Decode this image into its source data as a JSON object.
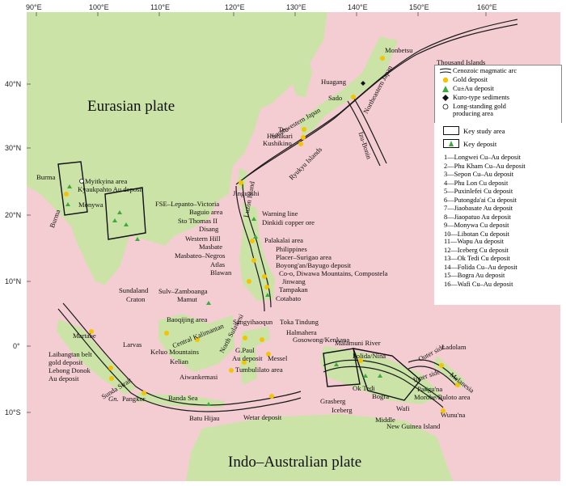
{
  "plates": {
    "eurasian": "Eurasian plate",
    "indo_australian": "Indo–Australian plate"
  },
  "longitudes": [
    "90°E",
    "100°E",
    "110°E",
    "120°E",
    "130°E",
    "140°E",
    "150°E",
    "160°E"
  ],
  "latitudes": [
    "40°N",
    "30°N",
    "20°N",
    "10°N",
    "0°",
    "10°S"
  ],
  "labels": {
    "monbetsu": "Monbetsu",
    "thousand": "Thousand Islands",
    "huagang": "Huagang",
    "sado": "Sado",
    "ne_japan": "Northeastern Japan",
    "sw_japan": "Southwestern Japan",
    "izu": "Izu-Bonin",
    "teo": "Teo",
    "hishikari": "Hishikari",
    "kushikino": "Kushikino",
    "ryukyu": "Ryukyu Islands",
    "jinguashi": "Jinguashi",
    "luzon": "Luzon Island",
    "myitkyina": "Myitkyina area",
    "kyaukpahto": "Kyaukpahto Au deposit",
    "burma": "Burma",
    "burma2": "Burma",
    "monywa": "Monywa",
    "fse": "FSE–Lepanto–Victoria",
    "baguio": "Baguio area",
    "warning": "Warning line",
    "stothomas": "Sto Thomas II",
    "dinkidi": "Dinkidi copper ore",
    "disang": "Disang",
    "western_hill": "Western Hill",
    "palakalai": "Palakalai area",
    "masbate": "Masbate",
    "philippines": "Philippines",
    "masbateo": "Masbateo–Negros",
    "placer": "Placer–Surigao area",
    "atlas": "Atlas",
    "blawan": "Blawan",
    "boyong": "Boyong'an/Bayugo deposit",
    "coo": "Co-o, Diwawa Mountains, Compostela",
    "jinwang": "Jinwang",
    "tampakan": "Tampakan",
    "cotabato": "Cotabato",
    "sulv": "Sulv–Zamboanga",
    "mamut": "Mamut",
    "sundaland": "Sundaland",
    "craton": "Craton",
    "baoqijing": "Baoqijing area",
    "central_kal": "Central Kalimantan",
    "sangyihaoqun": "Sangyihaoqun",
    "toka": "Toka Tindung",
    "halmahera": "Halmahera",
    "gosowong": "Gosowong/Kenkana",
    "north_sul": "North Sulawesi",
    "martabe": "Martabe",
    "larvas": "Larvas",
    "keluo": "Keluo Mountains",
    "kelian": "Kelian",
    "gpaul": "G.Paul",
    "au_deposit": "Au deposit",
    "messel": "Messel",
    "laibangtan": "Laibangtan belt",
    "gold_deposit": "gold deposit",
    "lebong": "Lebong Donok",
    "au_deposit2": "Au deposit",
    "aiwankemasi": "Aiwankemasi",
    "tumbulilato": "Tumbulilato area",
    "sunda_strait": "Sunda Strait",
    "gn": "Gn.",
    "pangkor": "Pangkor",
    "banda": "Banda Sea",
    "batu": "Batu Hijau",
    "wetar": "Wetar deposit",
    "malamuni": "Malamuni River",
    "folida": "Folida/Nina",
    "ladolam": "Ladolam",
    "outer": "Outer side",
    "inner": "Inner side",
    "melanesia": "Melanesia",
    "okted": "Ok Tedi",
    "bogra": "Bogra",
    "panguna": "Pangu'na",
    "morobe": "Morobe/Buloto area",
    "grasberg": "Grasberg",
    "iceberg": "Iceberg",
    "wafi": "Wafi",
    "wunuma": "Wunu'na",
    "middle": "Middle",
    "new_guinea": "New Guinea Island"
  },
  "legend": {
    "arc": "Cenozoic magmatic arc",
    "gold": "Gold deposit",
    "cu": "Cu±Au deposit",
    "kuro": "Kuro-type sediments",
    "longstanding1": "Long-standing gold",
    "longstanding2": "producing area",
    "key_study": "Key study area",
    "key_deposit": "Key deposit",
    "deposits": [
      "1—Longwei Cu–Au deposit",
      "2—Phu Kham Cu–Au deposit",
      "3—Sepon Cu–Au deposit",
      "4—Phu Lon Cu deposit",
      "5—Puxinlefei Cu deposit",
      "6—Putongda'ai Cu deposit",
      "7—Jiaobasate Au deposit",
      "8—Jiaopatuo Au deposit",
      "9—Monywa Cu deposit",
      "10—Libotan Cu deposit",
      "11—Wapu Au deposit",
      "12—Iceberg Cu deposit",
      "13—Ok Tedi Cu deposit",
      "14—Folida Cu–Au deposit",
      "15—Bogra Au deposit",
      "16—Wafi Cu–Au deposit"
    ]
  },
  "colors": {
    "land": "#cbe3a6",
    "ocean": "#f4cdd2",
    "arc": "#1a1a1a",
    "gold": "#f4c400",
    "cu": "#3daa3d"
  }
}
